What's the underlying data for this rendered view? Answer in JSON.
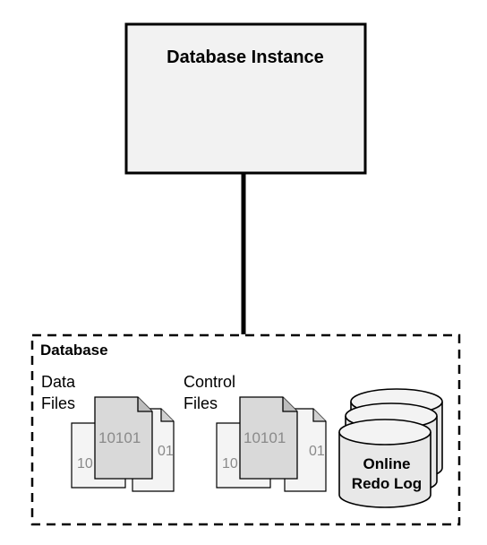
{
  "instance": {
    "label": "Database Instance"
  },
  "database": {
    "label": "Database",
    "data_files": {
      "line1": "Data",
      "line2": "Files",
      "front_bits": "10101",
      "back_bits_left": "10",
      "back_bits_right": "01"
    },
    "control_files": {
      "line1": "Control",
      "line2": "Files",
      "front_bits": "10101",
      "back_bits_left": "10",
      "back_bits_right": "01"
    },
    "redo_log": {
      "line1": "Online",
      "line2": "Redo Log"
    }
  },
  "colors": {
    "instance_fill": "#f2f2f2",
    "page_back": "#f4f4f4",
    "page_front": "#d9d9d9",
    "page_dogear": "#bdbdbd",
    "cylinder_fill": "#e8e8e8",
    "bits_text": "#8a8a8a",
    "stroke": "#000000"
  }
}
